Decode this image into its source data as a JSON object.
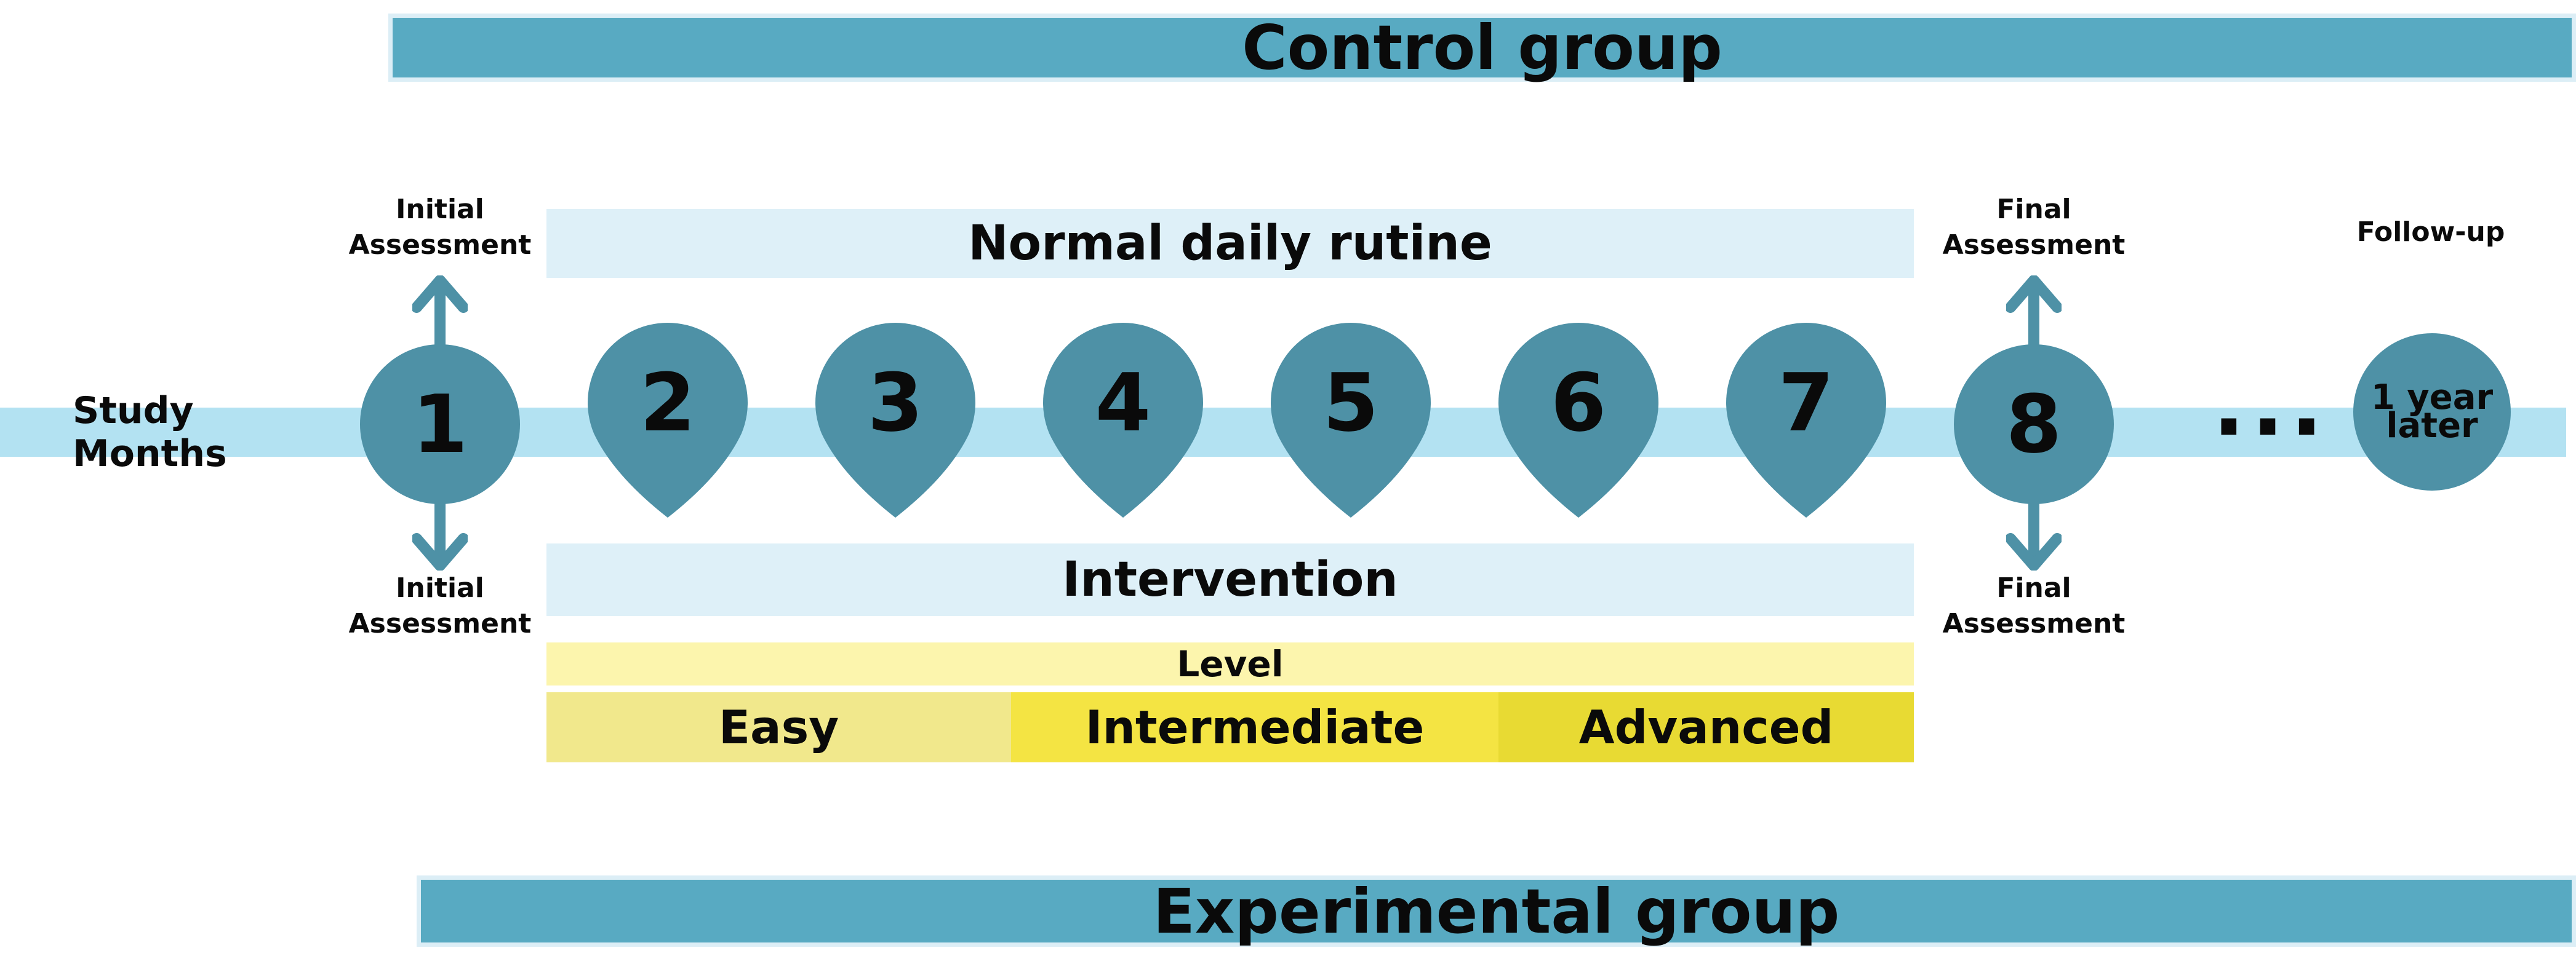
{
  "colors": {
    "teal_bar": "#58AAC2",
    "bar_edge": "#DCEEF6",
    "node": "#4E91A6",
    "timeline": "#B3E2F2",
    "band_light": "#DEF0F8",
    "level": "#FCF5AD",
    "easy": "#F1E88C",
    "intermediate": "#F4E443",
    "advanced": "#E8DA33"
  },
  "groups": {
    "control": "Control group",
    "experimental": "Experimental group"
  },
  "timeline": {
    "axis_label": "Study Months",
    "ellipsis": "...",
    "months": [
      "1",
      "2",
      "3",
      "4",
      "5",
      "6",
      "7",
      "8"
    ]
  },
  "assessments": {
    "initial": {
      "line1": "Initial",
      "line2": "Assessment"
    },
    "final": {
      "line1": "Final",
      "line2": "Assessment"
    },
    "followup": "Follow-up"
  },
  "followup_node": {
    "line1": "1 year",
    "line2": "later"
  },
  "bands": {
    "normal_routine": "Normal daily rutine",
    "intervention": "Intervention",
    "level_title": "Level",
    "levels": [
      "Easy",
      "Intermediate",
      "Advanced"
    ]
  }
}
